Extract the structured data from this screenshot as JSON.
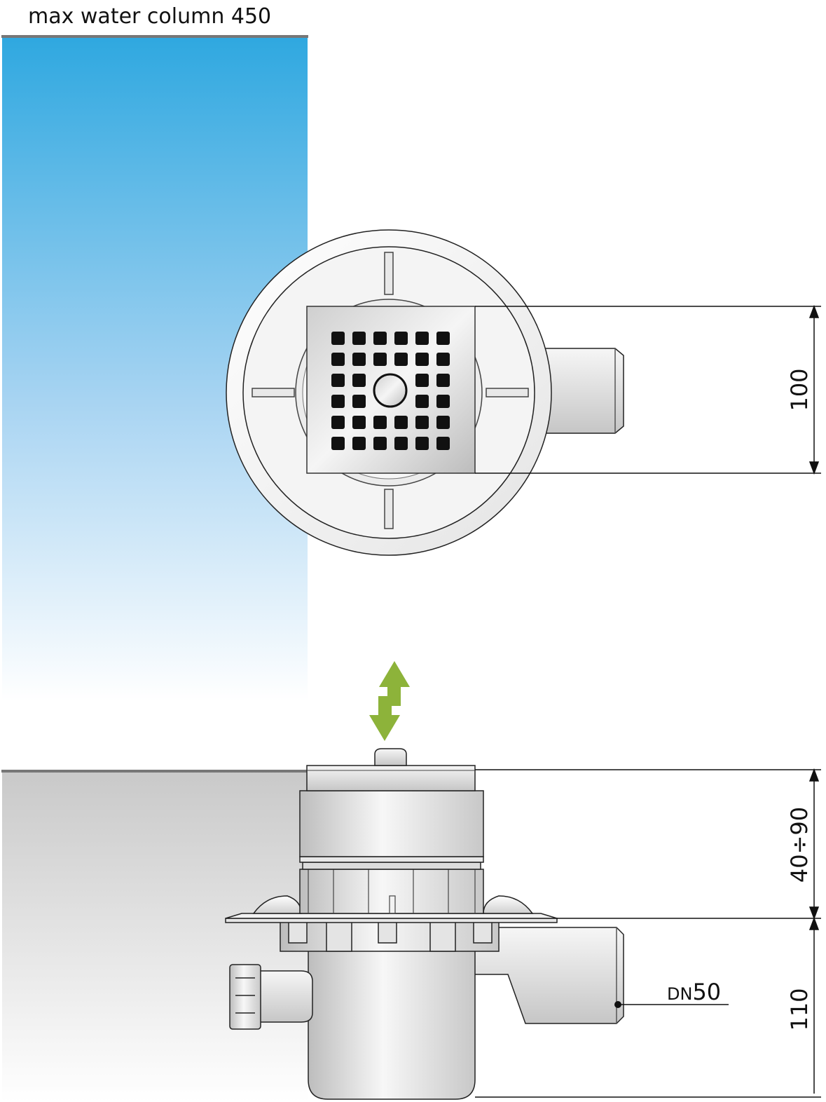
{
  "labels": {
    "water_column": "max water column 450",
    "grate_width": "100",
    "height_range": "40÷90",
    "body_height": "110",
    "outlet_prefix": "DN",
    "outlet_size": "50"
  },
  "colors": {
    "water_top": "#2fa8e0",
    "water_bottom": "#ffffff",
    "floor_top": "#c9c9c9",
    "floor_bottom": "#ffffff",
    "arrow": "#8db33a",
    "line": "#111111",
    "metal_light": "#f4f4f4",
    "metal_dark": "#c2c2c2"
  },
  "icons": {
    "adjust_arrow": "double-vertical-arrow-icon"
  }
}
